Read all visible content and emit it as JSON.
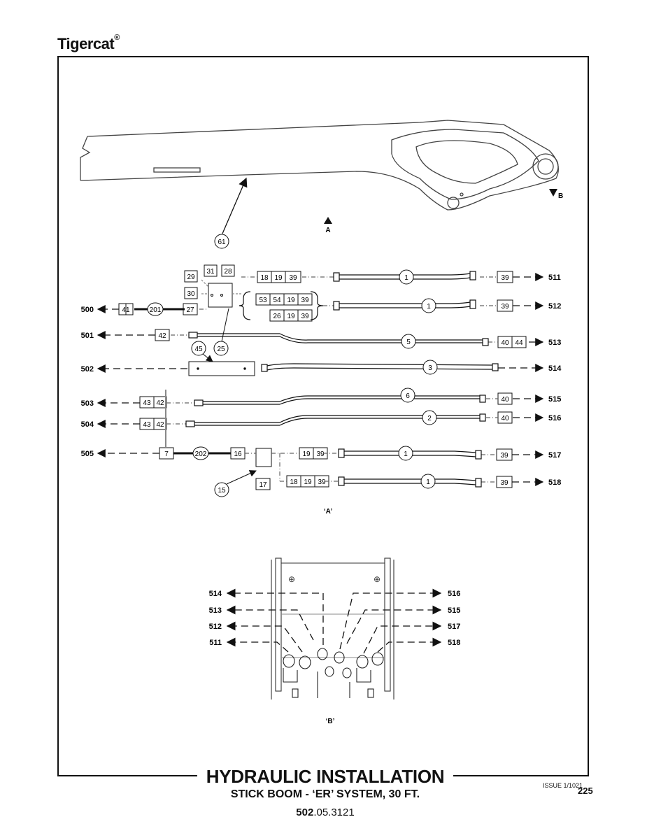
{
  "brand": "Tigercat",
  "brand_mark": "®",
  "title": "HYDRAULIC INSTALLATION",
  "subtitle": "STICK BOOM - ‘ER’ SYSTEM, 30 FT.",
  "doc_number_bold": "502",
  "doc_number_rest": ".05.3121",
  "issue": "ISSUE 1/1021",
  "page_number": "225",
  "view_labels": {
    "a_marker": "A",
    "b_marker": "B",
    "view_a": "‘A’",
    "view_b": "‘B’"
  },
  "callouts": [
    "61",
    "45",
    "25",
    "15",
    "201",
    "202"
  ],
  "hose_items": [
    "1",
    "1",
    "5",
    "3",
    "6",
    "2",
    "1",
    "1"
  ],
  "boxes": {
    "b29": "29",
    "b31": "31",
    "b28": "28",
    "b30": "30",
    "b27": "27",
    "b41": "41",
    "b42": "42",
    "b18": "18",
    "b19": "19",
    "b39": "39",
    "b53": "53",
    "b54": "54",
    "b26": "26",
    "b40": "40",
    "b44": "44",
    "b43": "43",
    "b7": "7",
    "b16": "16",
    "b17": "17"
  },
  "left_ports": [
    "500",
    "501",
    "502",
    "503",
    "504",
    "505"
  ],
  "right_ports": [
    "511",
    "512",
    "513",
    "514",
    "515",
    "516",
    "517",
    "518"
  ],
  "detail_left": [
    "514",
    "513",
    "512",
    "511"
  ],
  "detail_right": [
    "516",
    "515",
    "517",
    "518"
  ]
}
